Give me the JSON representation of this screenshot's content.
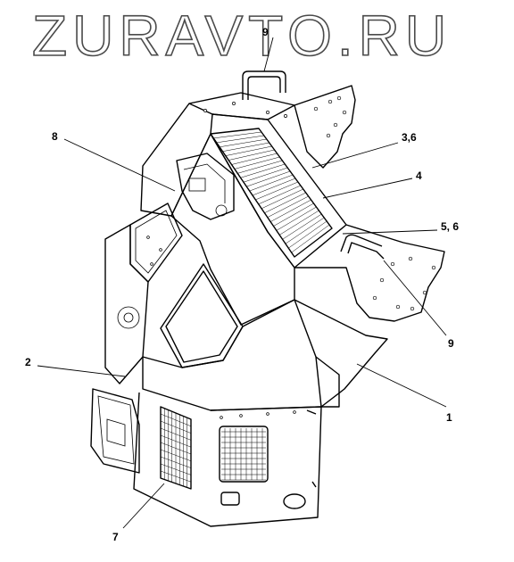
{
  "watermark": {
    "text": "ZURAVTO.RU"
  },
  "callouts": {
    "c1": "1",
    "c2": "2",
    "c36": "3,6",
    "c4": "4",
    "c56": "5, 6",
    "c7": "7",
    "c8": "8",
    "c9_top": "9",
    "c9_right": "9"
  },
  "colors": {
    "line": "#000000",
    "background": "#ffffff",
    "watermark_outline": "#4a4a4a"
  }
}
